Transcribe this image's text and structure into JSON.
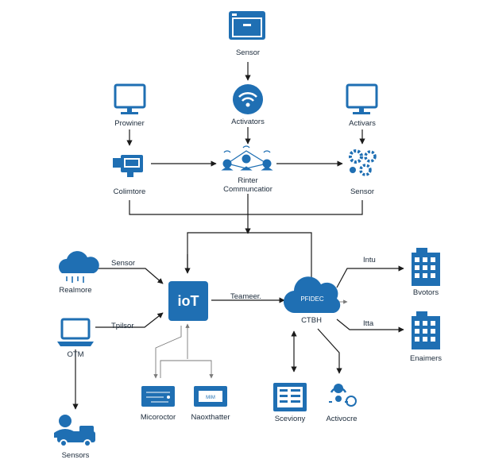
{
  "colors": {
    "primary": "#1f6fb3",
    "dark": "#0f4f86",
    "line": "#1b1b1b",
    "thin_line": "#7a7a7a"
  },
  "nodes": {
    "top_sensor": {
      "label": "Sensor",
      "icon": "monitor-window-icon"
    },
    "top_activators": {
      "label": "Activators",
      "icon": "wifi-signal-icon"
    },
    "prowiner": {
      "label": "Prowiner",
      "icon": "monitor-icon"
    },
    "activars": {
      "label": "Activars",
      "icon": "monitor-icon"
    },
    "colimtore": {
      "label": "Colimtore",
      "icon": "projector-icon"
    },
    "rinter": {
      "label_line1": "Rinter",
      "label_line2": "Communcatior",
      "icon": "network-nodes-icon"
    },
    "right_sensor": {
      "label": "Sensor",
      "icon": "gears-icon"
    },
    "realmore": {
      "label": "Realmore",
      "icon": "cloud-rain-icon"
    },
    "otm": {
      "label": "OTM",
      "icon": "laptop-icon"
    },
    "sensors_bottom": {
      "label": "Sensors",
      "icon": "person-vehicle-icon"
    },
    "iot": {
      "label": "ioT"
    },
    "cloud": {
      "inner": "PFIDEC",
      "label": "CTBH",
      "icon": "cloud-icon"
    },
    "bvotors": {
      "label": "Bvotors",
      "icon": "building-icon"
    },
    "enaimers": {
      "label": "Enaimers",
      "icon": "building-icon"
    },
    "micoroctor": {
      "label": "Micoroctor",
      "icon": "circuit-board-icon"
    },
    "naoxthatter": {
      "label": "Naoxthatter",
      "icon": "chip-box-icon",
      "inner": "MIM"
    },
    "sceviony": {
      "label": "Sceviony",
      "icon": "server-rack-icon"
    },
    "activocre": {
      "label": "Activocre",
      "icon": "wifi-gear-icon"
    }
  },
  "edge_labels": {
    "sensor_to_iot": "Sensor",
    "tpilsor": "Tpilsor",
    "teameer": "Teameer.",
    "intu": "Intu",
    "itta": "Itta"
  }
}
